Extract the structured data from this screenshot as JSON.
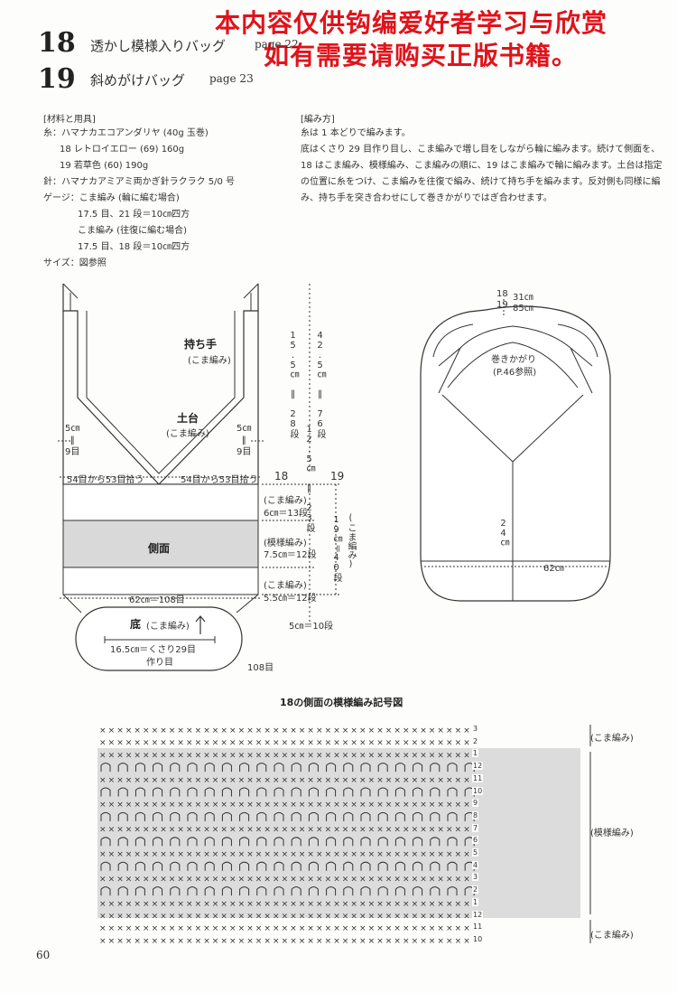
{
  "watermark": {
    "line1": "本内容仅供钩编爱好者学习与欣赏",
    "line2": "如有需要请购买正版书籍。"
  },
  "patterns": [
    {
      "number": "18",
      "title": "透かし模様入りバッグ",
      "page": "page 22"
    },
    {
      "number": "19",
      "title": "斜めがけバッグ",
      "page": "page 23"
    }
  ],
  "materials": {
    "heading": "[材料と用具]",
    "lines": [
      "糸：ハマナカエコアンダリヤ (40g 玉巻)",
      "18 レトロイエロー (69) 160g",
      "19 若草色 (60) 190g",
      "針：ハマナカアミアミ両かぎ針ラクラク 5/0 号",
      "ゲージ：こま編み (輪に編む場合)",
      "17.5 目、21 段＝10㎝四方",
      "こま編み (往復に編む場合)",
      "17.5 目、18 段＝10㎝四方",
      "サイズ：図参照"
    ]
  },
  "instructions": {
    "heading": "[編み方]",
    "lines": [
      "糸は 1 本どりで編みます。",
      "底はくさり 29 目作り目し、こま編みで増し目をしながら輪に編みます。続けて側面を、",
      "18 はこま編み、模様編み、こま編みの順に、19 はこま編みで輪に編みます。土台は指定",
      "の位置に糸をつけ、こま編みを往復で編み、続けて持ち手を編みます。反対側も同様に編",
      "み、持ち手を突き合わせにして巻きかがりではぎ合わせます。"
    ]
  },
  "diagram_left": {
    "handle_label": "持ち手",
    "handle_stitch": "(こま編み)",
    "base_label": "土台",
    "base_stitch": "(こま編み)",
    "left_side_dim": "5㎝\n‖\n9目",
    "right_side_dim": "5㎝\n‖\n9目",
    "pickup_left": "54目から53目拾う",
    "pickup_right": "54目から53目拾う",
    "col18": "18",
    "col19": "19",
    "dim18_top": "15.5㎝ ‖ 28段",
    "dim19_top": "42.5㎝ ‖ 76段",
    "dim_base": "12.5㎝ ‖ 23段",
    "side_label": "側面",
    "band1": "(こま編み)",
    "band1_dim": "6㎝＝13段",
    "band2": "(模様編み)",
    "band2_dim": "7.5㎝＝12段",
    "band3": "(こま編み)",
    "band3_dim": "5.5㎝＝12段",
    "dim19_side": "19㎝＝40段",
    "dim19_side_note": "(こま編み)",
    "width_dim": "62㎝＝108目",
    "bottom_label": "底",
    "bottom_stitch": "(こま編み)",
    "bottom_chain": "16.5㎝＝くさり29目",
    "bottom_chain2": "作り目",
    "bottom_count": "108目",
    "bottom_rows": "5㎝＝10段"
  },
  "diagram_right": {
    "num18": "18",
    "val18": "31㎝",
    "num19": "19",
    "val19": "85㎝",
    "note": "巻きかがり",
    "note_ref": "(P.46参照)",
    "height": "24㎝",
    "width": "62㎝"
  },
  "chart": {
    "title": "18の側面の模様編み記号図",
    "top_label": "(こま編み)",
    "mid_label": "(模様編み)",
    "bottom_label": "(こま編み)",
    "row_numbers": [
      "3",
      "2",
      "1",
      "12",
      "11",
      "10",
      "9",
      "8",
      "7",
      "6",
      "5",
      "4",
      "3",
      "2",
      "1",
      "12",
      "11",
      "10"
    ]
  },
  "page_number": "60"
}
